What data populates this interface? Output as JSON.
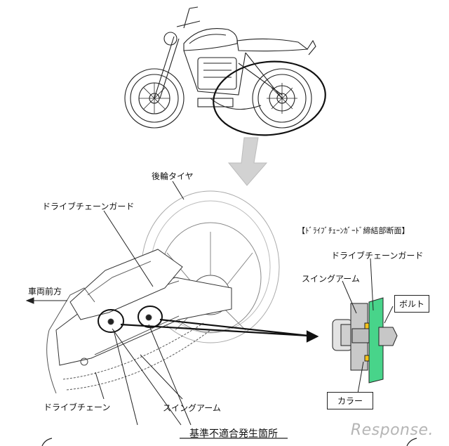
{
  "labels": {
    "rear_tire": "後輪タイヤ",
    "chain_guard": "ドライブチェーンガード",
    "vehicle_front": "車両前方",
    "drive_chain": "ドライブチェーン",
    "swing_arm": "スイングアーム",
    "noncompliance_location": "基準不適合発生箇所"
  },
  "section": {
    "title": "【ﾄﾞﾗｲﾌﾞﾁｪｰﾝｶﾞｰﾄﾞ締結部断面】",
    "chain_guard": "ドライブチェーンガード",
    "swing_arm": "スイングアーム",
    "bolt": "ボルト",
    "collar": "カラー"
  },
  "watermark": "Response."
}
